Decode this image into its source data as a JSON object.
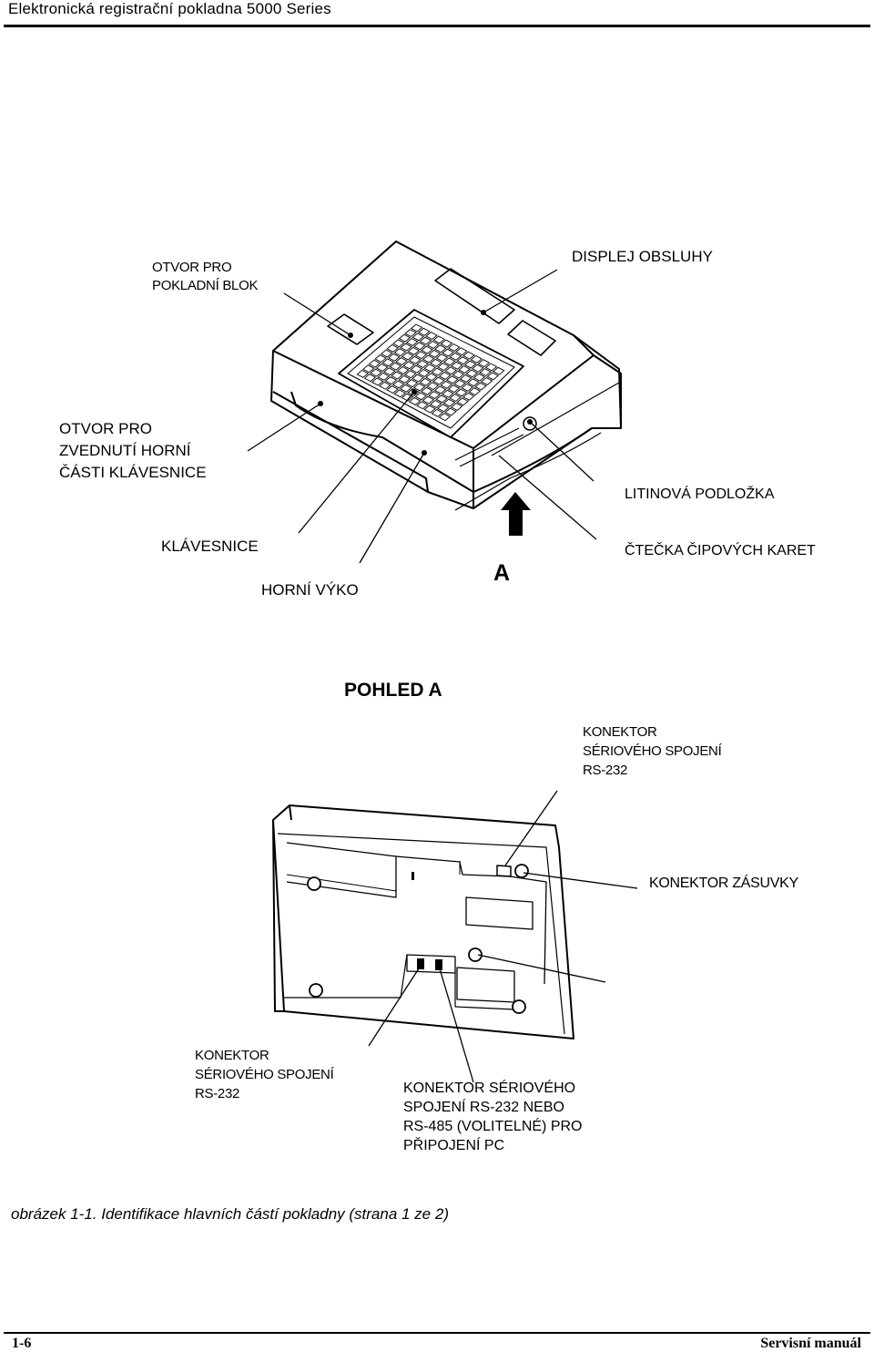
{
  "header": {
    "title": "Elektronická registrační pokladna 5000 Series"
  },
  "figure_top": {
    "labels": {
      "otvor_blok": [
        "OTVOR PRO",
        "POKLADNÍ BLOK"
      ],
      "displej": "DISPLEJ OBSLUHY",
      "otvor_zvednuti": [
        "OTVOR PRO",
        "ZVEDNUTÍ HORNÍ",
        "ČÁSTI KLÁVESNICE"
      ],
      "litinova": "LITINOVÁ PODLOŽKA",
      "klavesnice": "KLÁVESNICE",
      "ctecka": "ČTEČKA ČIPOVÝCH KARET",
      "horni_vyko": "HORNÍ VÝKO",
      "view_letter": "A"
    }
  },
  "figure_bottom": {
    "title": "POHLED A",
    "labels": {
      "konektor_top": [
        "KONEKTOR",
        "SÉRIOVÉHO SPOJENÍ",
        "RS-232"
      ],
      "konektor_zasuvky": "KONEKTOR ZÁSUVKY",
      "konektor_left": [
        "KONEKTOR",
        "SÉRIOVÉHO SPOJENÍ",
        "RS-232"
      ],
      "konektor_pc": [
        "KONEKTOR SÉRIOVÉHO",
        "SPOJENÍ RS-232 NEBO",
        "RS-485 (VOLITELNÉ) PRO",
        "PŘIPOJENÍ PC"
      ]
    }
  },
  "caption": "obrázek 1-1. Identifikace hlavních částí pokladny (strana 1 ze 2)",
  "footer": {
    "page": "1-6",
    "manual": "Servisní manuál"
  }
}
